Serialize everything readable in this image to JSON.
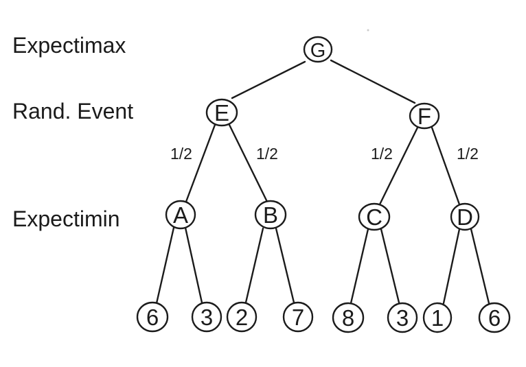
{
  "diagram": {
    "type": "expectimax-game-tree",
    "row_labels": [
      "Expectimax",
      "Rand. Event",
      "Expectimin"
    ],
    "nodes": {
      "root": "G",
      "chance": [
        "E",
        "F"
      ],
      "min": [
        "A",
        "B",
        "C",
        "D"
      ]
    },
    "leaf_values": [
      "6",
      "3",
      "2",
      "7",
      "8",
      "3",
      "1",
      "6"
    ],
    "edge_probabilities": [
      "1/2",
      "1/2",
      "1/2",
      "1/2"
    ],
    "colors": {
      "ink": "#1b1b1b",
      "background": "#ffffff"
    }
  }
}
